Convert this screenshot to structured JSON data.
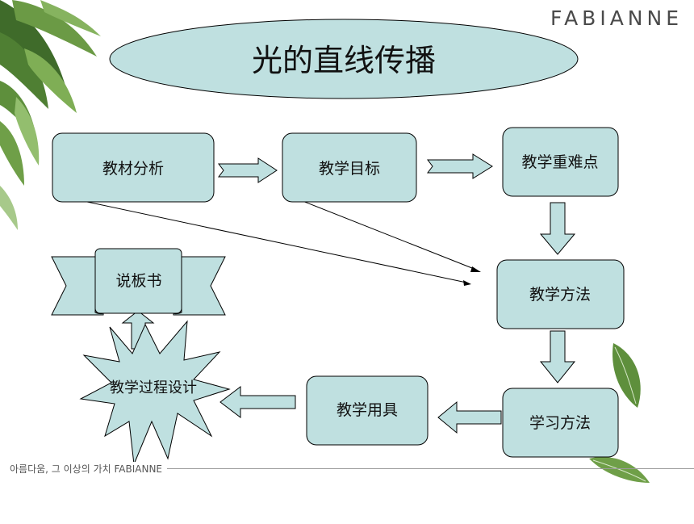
{
  "brand": "FABIANNE",
  "footer": "아름다움, 그 이상의 가치 FABIANNE",
  "title": "光的直线传播",
  "nodes": {
    "material_analysis": "教材分析",
    "teaching_goals": "教学目标",
    "key_difficult_points": "教学重难点",
    "teaching_methods": "教学方法",
    "learning_methods": "学习方法",
    "teaching_aids": "教学用具",
    "process_design": "教学过程设计",
    "board_writing": "说板书"
  },
  "colors": {
    "node_fill": "#bfe0e0",
    "node_stroke": "#000000",
    "leaf_green": "#5e8f3c",
    "leaf_light": "#a7c98a"
  }
}
